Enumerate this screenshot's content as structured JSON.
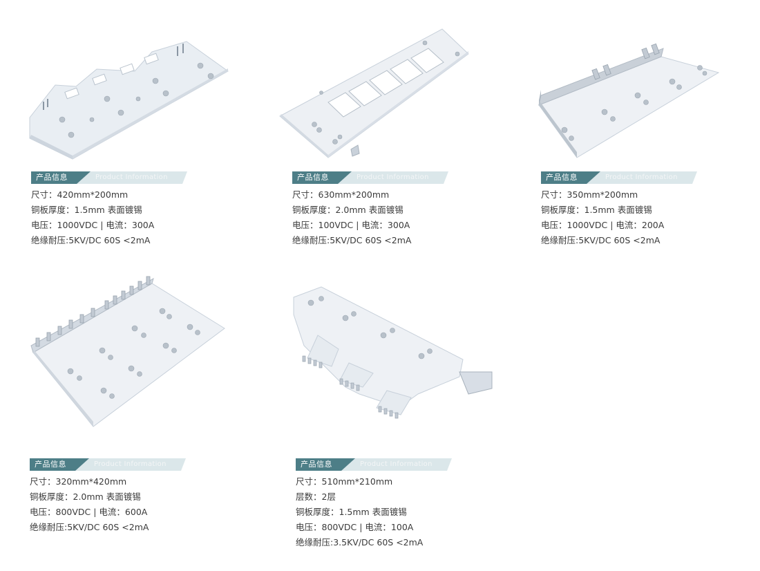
{
  "banner": {
    "cn": "产品信息",
    "en": "Product Information",
    "colors": {
      "dark": "#4d7e87",
      "light": "#dbe7ea"
    }
  },
  "products": [
    {
      "name": "copper-busbar-plate-flat",
      "specs": [
        "尺寸：420mm*200mm",
        "铜板厚度：1.5mm 表面镀锡",
        "电压：1000VDC | 电流：300A",
        "绝缘耐压:5KV/DC 60S <2mA"
      ]
    },
    {
      "name": "copper-busbar-plate-window",
      "specs": [
        "尺寸：630mm*200mm",
        "铜板厚度：2.0mm 表面镀锡",
        "电压：100VDC | 电流：300A",
        "绝缘耐压:5KV/DC 60S <2mA"
      ]
    },
    {
      "name": "copper-busbar-l-bracket",
      "specs": [
        "尺寸：350mm*200mm",
        "铜板厚度：1.5mm 表面镀锡",
        "电压：1000VDC | 电流：200A",
        "绝缘耐压:5KV/DC 60S <2mA"
      ]
    },
    {
      "name": "copper-busbar-pin-plate",
      "specs": [
        "尺寸：320mm*420mm",
        "铜板厚度：2.0mm 表面镀锡",
        "电压：800VDC | 电流：600A",
        "绝缘耐压:5KV/DC 60S <2mA"
      ]
    },
    {
      "name": "copper-busbar-two-layer",
      "specs": [
        "尺寸：510mm*210mm",
        "层数：2层",
        "铜板厚度：1.5mm 表面镀锡",
        "电压：800VDC | 电流：100A",
        "绝缘耐压:3.5KV/DC 60S <2mA"
      ]
    }
  ]
}
